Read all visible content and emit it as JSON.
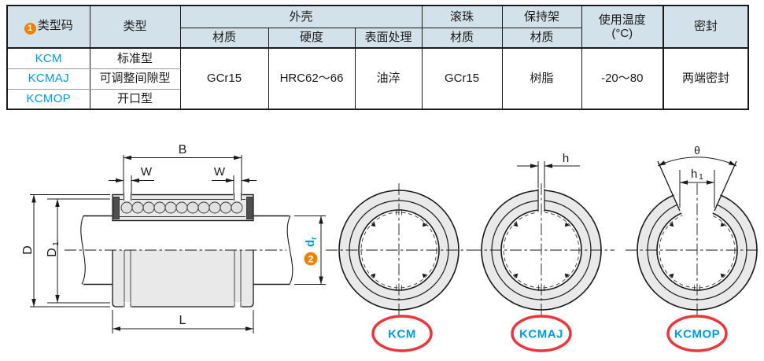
{
  "colors": {
    "header_bg": "#d3e2ea",
    "table_border": "#1a1a1a",
    "row_separator": "#9a9a9a",
    "code_blue": "#0099d9",
    "badge_orange": "#ef8200",
    "highlight_red": "#e8373d",
    "drawing_fill_gray": "#e9e9e9"
  },
  "table": {
    "header": {
      "badge1": "1",
      "type_code": "类型码",
      "type": "类型",
      "shell": "外壳",
      "material": "材质",
      "hardness": "硬度",
      "surface_treatment": "表面处理",
      "balls": "滚珠",
      "retainer": "保持架",
      "temp_line1": "使用温度",
      "temp_line2": "(°C)",
      "seal": "密封"
    },
    "rows": [
      {
        "code": "KCM",
        "type": "标准型"
      },
      {
        "code": "KCMAJ",
        "type": "可调整间隙型"
      },
      {
        "code": "KCMOP",
        "type": "开口型"
      }
    ],
    "shared": {
      "shell_material": "GCr15",
      "shell_hardness": "HRC62～66",
      "shell_surface": "油淬",
      "ball_material": "GCr15",
      "retainer_material": "树脂",
      "temperature": "-20～80",
      "seal": "两端密封"
    }
  },
  "diagram": {
    "badge2": "2",
    "dims": {
      "B": "B",
      "W": "W",
      "D": "D",
      "D1_main": "D",
      "D1_sub": "1",
      "L": "L",
      "dr_main": "d",
      "dr_sub": "r",
      "h": "h",
      "h1_main": "h",
      "h1_sub": "1",
      "theta": "θ"
    },
    "views": [
      {
        "label": "KCM"
      },
      {
        "label": "KCMAJ"
      },
      {
        "label": "KCMOP"
      }
    ]
  }
}
